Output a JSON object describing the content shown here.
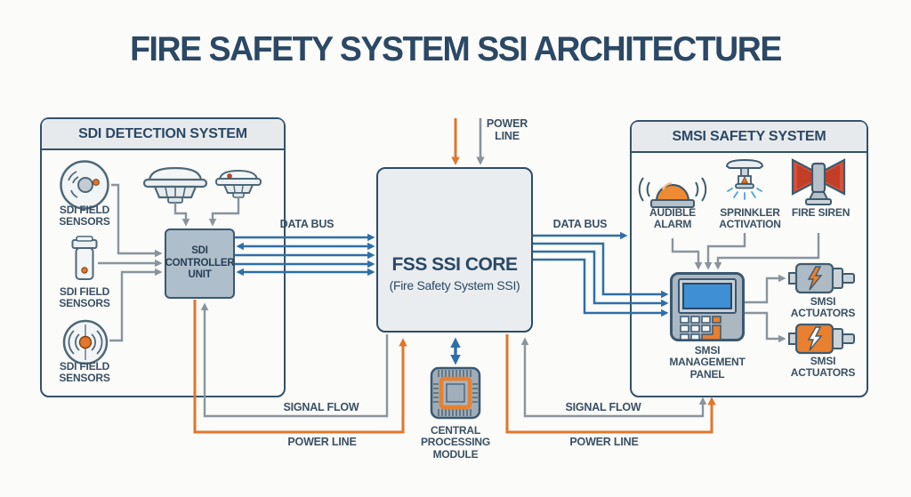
{
  "title": "FIRE SAFETY SYSTEM SSI ARCHITECTURE",
  "colors": {
    "background": "#FBFBF9",
    "title_text": "#2B4865",
    "panel_border": "#33516B",
    "panel_header_bg": "#E7EAEC",
    "data_bus_blue": "#2E6FA8",
    "signal_gray": "#8A949D",
    "power_orange": "#E2762A",
    "screen_blue": "#3E8FD3",
    "alarm_orange": "#EE8A33",
    "siren_red": "#D85038"
  },
  "left_panel": {
    "header": "SDI DETECTION SYSTEM",
    "field_sensors": [
      {
        "icon": "smoke-detector-round-icon",
        "label": "SDI FIELD SENSORS"
      },
      {
        "icon": "heat-sensor-probe-icon",
        "label": "SDI FIELD SENSORS"
      },
      {
        "icon": "motion-sensor-icon",
        "label": "SDI FIELD SENSORS"
      }
    ],
    "ceiling_detectors": [
      "smoke-detector-dome-large-icon",
      "smoke-detector-dome-small-icon"
    ],
    "controller_label": "SDI CONTROLLER UNIT"
  },
  "core": {
    "title": "FSS SSI CORE",
    "subtitle": "(Fire Safety System SSI)"
  },
  "right_panel": {
    "header": "SMSI SAFETY SYSTEM",
    "devices": [
      {
        "icon": "audible-alarm-icon",
        "label": "AUDIBLE ALARM"
      },
      {
        "icon": "sprinkler-icon",
        "label": "SPRINKLER ACTIVATION"
      },
      {
        "icon": "fire-siren-icon",
        "label": "FIRE SIREN"
      }
    ],
    "management_panel_label": "SMSI MANAGEMENT PANEL",
    "actuators": [
      {
        "icon": "actuator-gray-icon",
        "label": "SMSI ACTUATORS"
      },
      {
        "icon": "actuator-orange-icon",
        "label": "SMSI ACTUATORS"
      }
    ]
  },
  "cpu_module": {
    "icon": "cpu-chip-icon",
    "label": "CENTRAL PROCESSING MODULE"
  },
  "wire_labels": {
    "power_line_top": "POWER LINE",
    "data_bus_left": "DATA BUS",
    "data_bus_right": "DATA BUS",
    "signal_flow_left": "SIGNAL FLOW",
    "signal_flow_right": "SIGNAL FLOW",
    "power_line_left": "POWER LINE",
    "power_line_right": "POWER LINE"
  }
}
